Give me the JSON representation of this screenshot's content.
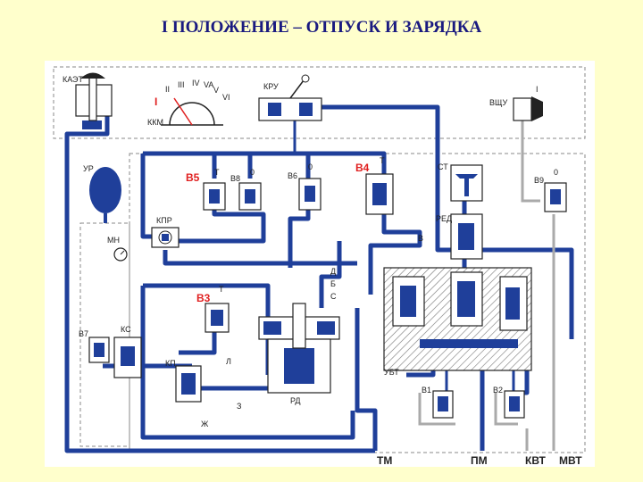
{
  "title": "I ПОЛОЖЕНИЕ – ОТПУСК И ЗАРЯДКА",
  "labels": {
    "kaet": "КАЭТ",
    "kkm": "ККМ",
    "kru": "КРУ",
    "vshch": "ВЩУ",
    "ur": "УР",
    "mn": "МН",
    "kpr": "КПР",
    "v5": "В5",
    "v8": "В8",
    "v6": "В6",
    "v4": "В4",
    "st": "СТ",
    "red": "РЕД",
    "v9": "В9",
    "v": "В",
    "d": "Д",
    "b": "Б",
    "s": "С",
    "v3": "В3",
    "v7": "В7",
    "ks": "КС",
    "kp": "КП",
    "l": "Л",
    "z": "З",
    "zh": "Ж",
    "rd": "РД",
    "ubt": "УБТ",
    "v1": "В1",
    "v2": "В2",
    "tm": "ТМ",
    "pm": "ПМ",
    "kvt": "КВТ",
    "mvt": "МВТ",
    "one": "I",
    "pos2": "II",
    "pos3": "III",
    "pos4": "IV",
    "pos5": "VA",
    "pos6": "V",
    "pos7": "VI",
    "pos1_red": "I",
    "vshch_pos": "I",
    "o": "0",
    "t": "Т"
  },
  "colors": {
    "pipe": "#1f3f9a",
    "valve_tag": "#e02020",
    "title": "#1a1a80"
  }
}
